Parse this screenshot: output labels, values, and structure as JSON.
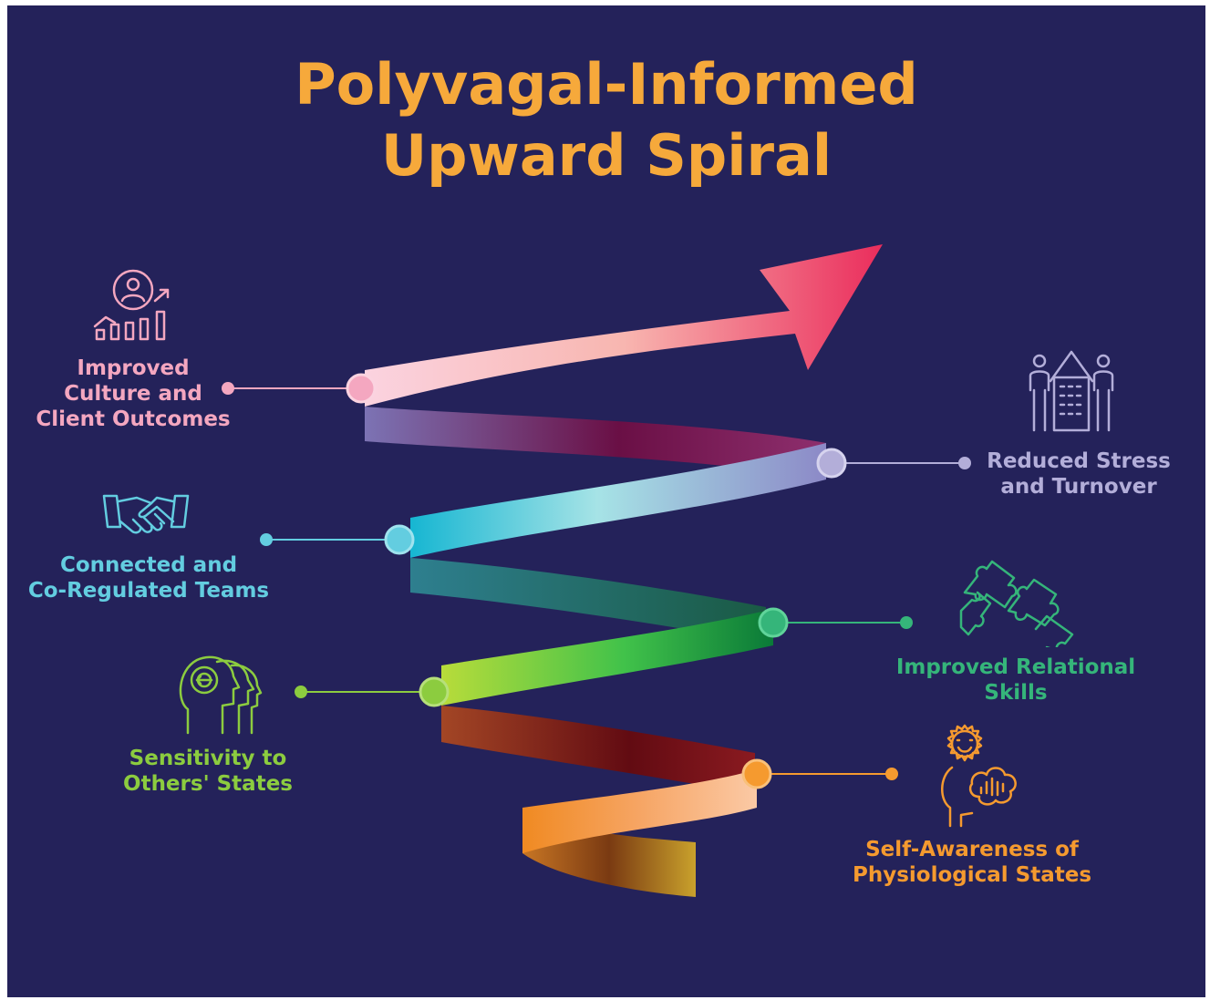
{
  "title": {
    "line1": "Polyvagal-Informed",
    "line2": "Upward Spiral"
  },
  "colors": {
    "background": "#24225a",
    "title": "#f6a93b",
    "pink": "#f4a7c0",
    "lavender": "#b3aed9",
    "cyan": "#63cde0",
    "green": "#35b57a",
    "lime": "#8ccc3f",
    "orange": "#f59a2f"
  },
  "labels": {
    "culture": {
      "line1": "Improved",
      "line2": "Culture and",
      "line3": "Client Outcomes",
      "icon": "person-growth-chart-icon"
    },
    "stress": {
      "line1": "Reduced Stress",
      "line2": "and Turnover",
      "icon": "building-people-icon"
    },
    "teams": {
      "line1": "Connected and",
      "line2": "Co-Regulated Teams",
      "icon": "handshake-icon"
    },
    "relational": {
      "line1": "Improved Relational",
      "line2": "Skills",
      "icon": "puzzle-pieces-icon"
    },
    "sensitivity": {
      "line1": "Sensitivity to",
      "line2": "Others' States",
      "icon": "heads-profile-icon"
    },
    "selfaware": {
      "line1": "Self-Awareness of",
      "line2": "Physiological States",
      "icon": "head-sun-cloud-icon"
    }
  }
}
